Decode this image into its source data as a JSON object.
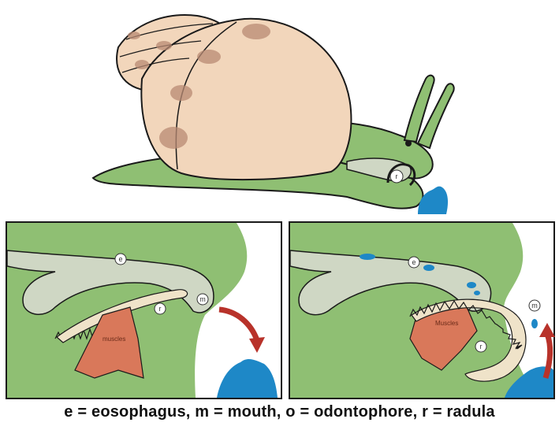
{
  "panels": {
    "left": {
      "labels": {
        "e": "e",
        "r": "r",
        "m": "m",
        "muscles": "muscles"
      }
    },
    "right": {
      "labels": {
        "e": "e",
        "r": "r",
        "m": "m",
        "muscles": "Muscles"
      }
    }
  },
  "snail": {
    "label_r": "r"
  },
  "legend": {
    "text": "e = eosophagus, m = mouth, o = odontophore, r = radula"
  },
  "colors": {
    "body_green": "#8fbf73",
    "gut_grey": "#cfd7c4",
    "shell": "#f2d6bb",
    "shell_spots": "#b98a74",
    "muscle": "#d9785a",
    "radula": "#efe3c9",
    "food_blue": "#1e88c7",
    "arrow_red": "#b8322a",
    "outline": "#1a1a1a"
  }
}
